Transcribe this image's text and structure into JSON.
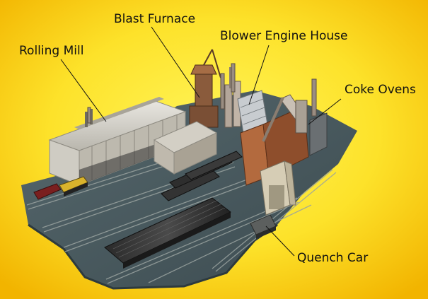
{
  "labels": {
    "blast_furnace": "Blast Furnace",
    "rolling_mill": "Rolling Mill",
    "blower_engine_house": "Blower Engine House",
    "coke_ovens": "Coke Ovens",
    "quench_car": "Quench Car"
  },
  "colors": {
    "background_center": "#fff14a",
    "background_edge": "#f2b400",
    "layout_base": "#46575c",
    "leader_line": "#111111"
  }
}
